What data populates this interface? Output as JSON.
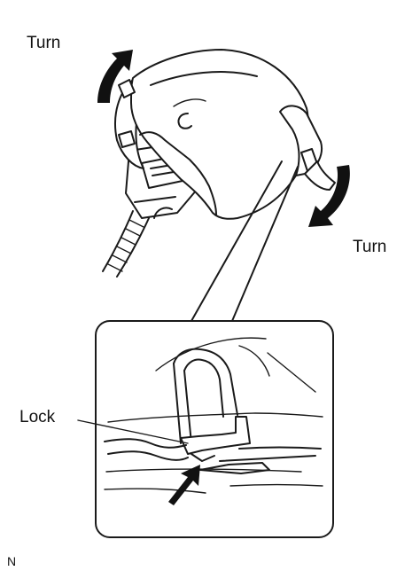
{
  "labels": {
    "turn_top": "Turn",
    "turn_right": "Turn",
    "lock": "Lock",
    "corner_code": "N"
  },
  "icons": {
    "turn_arrow_left": "curved-arrow-ccw-icon",
    "turn_arrow_right": "curved-arrow-cw-icon",
    "push_arrow": "push-arrow-icon"
  },
  "colors": {
    "ink": "#1a1a1a",
    "background": "#ffffff"
  }
}
